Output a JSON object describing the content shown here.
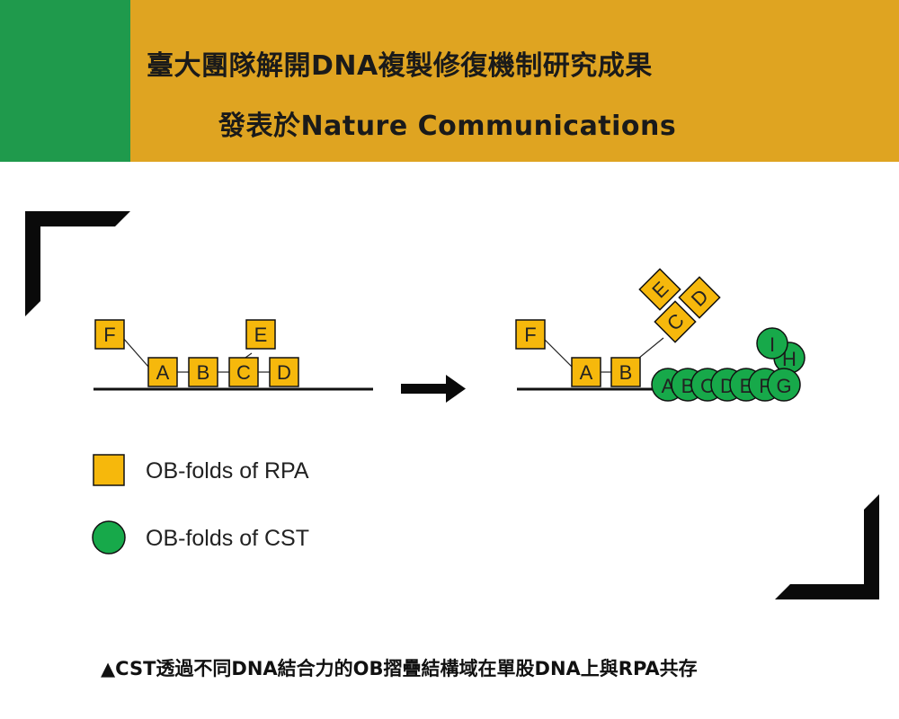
{
  "header": {
    "title_line1": "臺大團隊解開DNA複製修復機制研究成果",
    "title_line2": "發表於Nature  Communications"
  },
  "diagram": {
    "left": {
      "f_box": "F",
      "e_box": "E",
      "base_boxes": [
        "A",
        "B",
        "C",
        "D"
      ]
    },
    "right": {
      "f_box": "F",
      "rpa_boxes": [
        "A",
        "B"
      ],
      "floating_boxes": [
        "E",
        "D",
        "C"
      ],
      "cst_circles": [
        "A",
        "B",
        "C",
        "D",
        "E",
        "F",
        "G"
      ],
      "cst_top_circles": [
        "I",
        "H"
      ]
    },
    "legend": [
      {
        "shape": "square",
        "label": "OB-folds of RPA",
        "color": "#f6b80c"
      },
      {
        "shape": "circle",
        "label": "OB-folds of CST",
        "color": "#17a94a"
      }
    ]
  },
  "caption": "▲CST透過不同DNA結合力的OB摺疊結構域在單股DNA上與RPA共存",
  "colors": {
    "header_gold": "#dfa421",
    "header_green": "#1f9a4c",
    "rpa_square": "#f6b80c",
    "cst_circle": "#17a94a"
  }
}
